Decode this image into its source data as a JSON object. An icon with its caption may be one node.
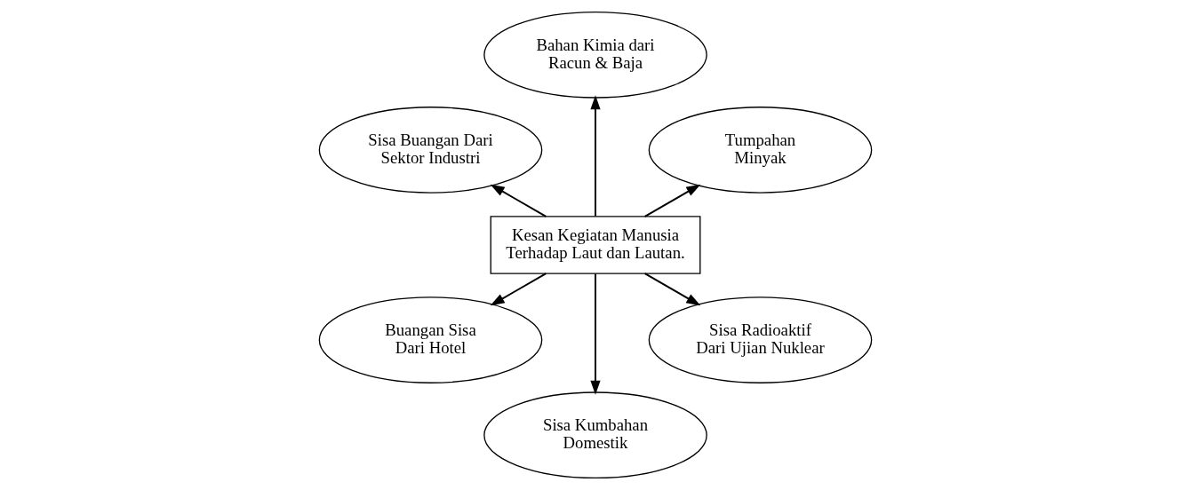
{
  "diagram": {
    "nodes": [
      {
        "text": [
          "Tumpahan Minyak"
        ]
      },
      {
        "text": [
          "Bahan Kimia dari Racun & Baja"
        ]
      },
      {
        "text": [
          "Sisa Buangan Dari Sektor Industri"
        ]
      },
      {
        "text": [
          "Kesan Kegiatan Manusia Terhadap Laut dan Lautan."
        ]
      },
      {
        "text": [
          "Buangan Sisa Dari Hotel"
        ]
      },
      {
        "text": [
          "Sisa Kumbahan Domestik"
        ]
      },
      {
        "text": [
          "Sisa Radioaktif Dari Ujian Nuklear"
        ]
      }
    ],
    "edges": [
      {
        "from": 3,
        "to": 0,
        "arrow": "to"
      },
      {
        "from": 3,
        "to": 1,
        "arrow": "to"
      },
      {
        "from": 3,
        "to": 2,
        "arrow": "to"
      },
      {
        "from": 3,
        "to": 4,
        "arrow": "to"
      },
      {
        "from": 3,
        "to": 5,
        "arrow": "to"
      },
      {
        "from": 3,
        "to": 6,
        "arrow": "to"
      }
    ]
  }
}
